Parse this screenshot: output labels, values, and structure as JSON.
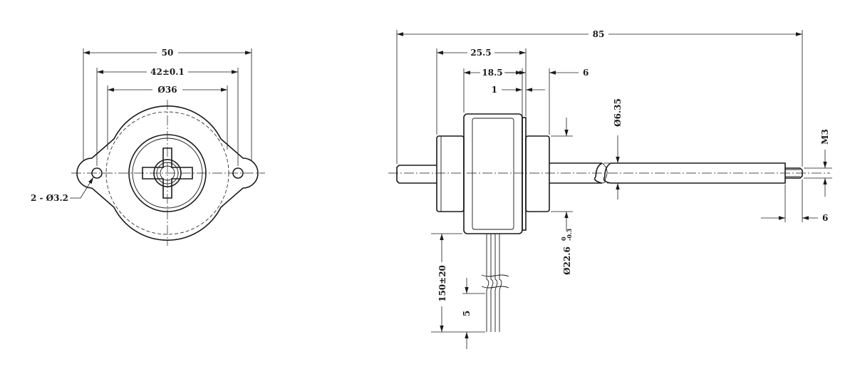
{
  "front_view": {
    "dim_overall_width": "50",
    "dim_hole_spacing": "42±0.1",
    "dim_pilot_diameter": "Ø36",
    "dim_mounting_holes": "2 - Ø3.2"
  },
  "side_view": {
    "dim_total_length": "85",
    "dim_body_length": "25.5",
    "dim_housing_length": "18.5",
    "dim_boss_length": "6",
    "dim_flange_gap": "1",
    "dim_shaft_diameter": "Ø6.35",
    "dim_thread": "M3",
    "dim_thread_length": "6",
    "dim_body_diameter": "Ø22.6",
    "dim_body_diameter_tol_upper": "0",
    "dim_body_diameter_tol_lower": "-0.3",
    "dim_lead_length": "150±20",
    "dim_lead_strip": "5"
  },
  "colors": {
    "line": "#1a1a1a",
    "background": "#ffffff"
  }
}
